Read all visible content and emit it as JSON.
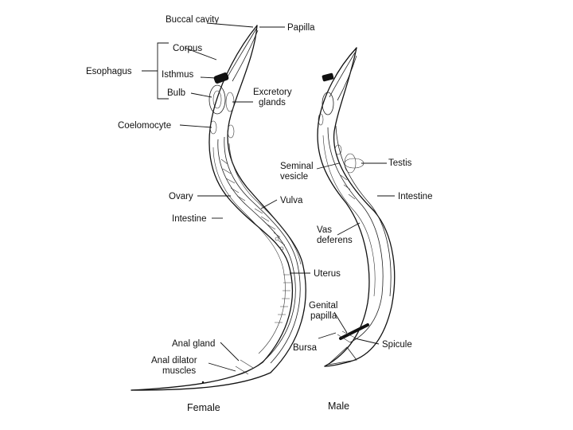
{
  "female": {
    "caption": "Female",
    "labels": {
      "buccal_cavity": "Buccal cavity",
      "papilla": "Papilla",
      "esophagus": "Esophagus",
      "corpus": "Corpus",
      "isthmus": "Isthmus",
      "bulb": "Bulb",
      "excretory_glands_line1": "Excretory",
      "excretory_glands_line2": "glands",
      "coelomocyte": "Coelomocyte",
      "ovary": "Ovary",
      "vulva": "Vulva",
      "intestine": "Intestine",
      "uterus": "Uterus",
      "anal_gland": "Anal gland",
      "anal_dilator_line1": "Anal dilator",
      "anal_dilator_line2": "muscles"
    }
  },
  "male": {
    "caption": "Male",
    "labels": {
      "testis": "Testis",
      "seminal_vesicle_line1": "Seminal",
      "seminal_vesicle_line2": "vesicle",
      "intestine": "Intestine",
      "vas_deferens_line1": "Vas",
      "vas_deferens_line2": "deferens",
      "genital_papilla_line1": "Genital",
      "genital_papilla_line2": "papilla",
      "bursa": "Bursa",
      "spicule": "Spicule"
    }
  }
}
